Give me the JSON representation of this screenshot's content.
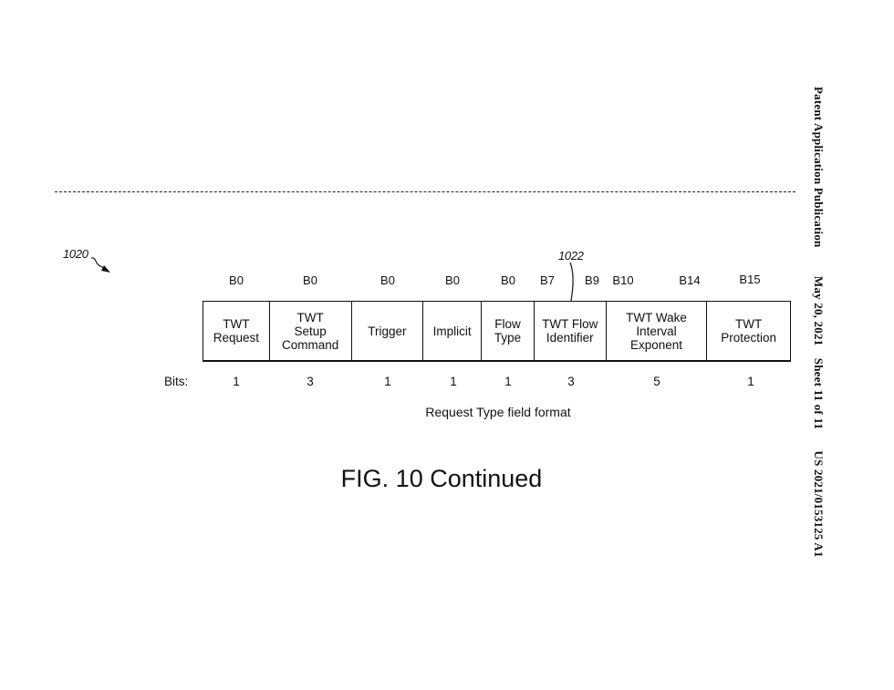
{
  "header": {
    "publication": "Patent Application Publication",
    "date": "May 20, 2021",
    "sheet": "Sheet 11 of 11",
    "number": "US 2021/0153125 A1"
  },
  "refs": {
    "main": "1020",
    "flow_identifier": "1022"
  },
  "bit_labels": [
    "B0",
    "B0",
    "B0",
    "B0",
    "B0",
    "B7",
    "B9",
    "B10",
    "B14",
    "B15"
  ],
  "fields": [
    {
      "name": "TWT\nRequest",
      "bits": "1"
    },
    {
      "name": "TWT\nSetup\nCommand",
      "bits": "3"
    },
    {
      "name": "Trigger",
      "bits": "1"
    },
    {
      "name": "Implicit",
      "bits": "1"
    },
    {
      "name": "Flow\nType",
      "bits": "1"
    },
    {
      "name": "TWT Flow\nIdentifier",
      "bits": "3"
    },
    {
      "name": "TWT Wake\nInterval\nExponent",
      "bits": "5"
    },
    {
      "name": "TWT\nProtection",
      "bits": "1"
    }
  ],
  "bits_label": "Bits:",
  "diagram_caption": "Request Type field format",
  "figure_caption": "FIG. 10 Continued"
}
